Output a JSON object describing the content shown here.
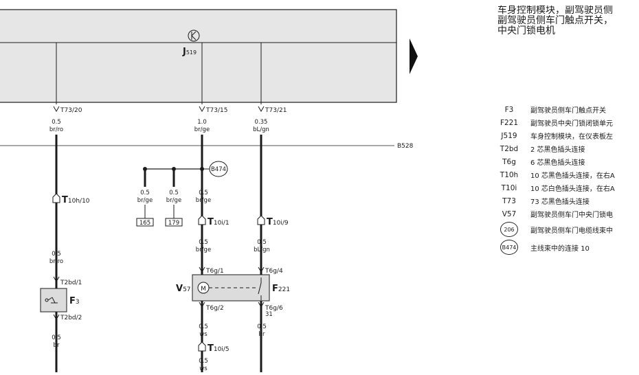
{
  "module": {
    "id": "J",
    "sub": "519"
  },
  "bus_label": "B528",
  "node_label": "B474",
  "pins": [
    {
      "id": "pin-t73-20",
      "label": "T73/20",
      "size": "0.5",
      "color": "br/ro"
    },
    {
      "id": "pin-t73-15",
      "label": "T73/15",
      "size": "1.0",
      "color": "br/ge"
    },
    {
      "id": "pin-t73-21",
      "label": "T73/21",
      "size": "0.35",
      "color": "bL/gn"
    }
  ],
  "branches": [
    {
      "size": "0.5",
      "color": "br/ge",
      "ref": "165"
    },
    {
      "size": "0.5",
      "color": "br/ge",
      "ref": "179"
    },
    {
      "size": "0.5",
      "color": "br/ge"
    }
  ],
  "connectors": {
    "t10h_10": {
      "main": "T",
      "sub": "10h/10"
    },
    "t10i_1": {
      "main": "T",
      "sub": "10i/1"
    },
    "t10i_9": {
      "main": "T",
      "sub": "10i/9"
    },
    "t10i_5": {
      "main": "T",
      "sub": "10i/5"
    }
  },
  "wires": {
    "left_mid": {
      "size": "0.5",
      "color": "br/ro"
    },
    "center_mid": {
      "size": "0.5",
      "color": "br/ge"
    },
    "right_mid": {
      "size": "0.5",
      "color": "bL/gn"
    },
    "left_bottom": {
      "size": "0.5",
      "color": "br"
    },
    "center_bottom": {
      "size": "0.5",
      "color": "ws"
    },
    "right_bottom": {
      "size": "0.5",
      "color": "br"
    },
    "center_last": {
      "size": "0.5",
      "color": "ws"
    }
  },
  "switch_f3": {
    "main": "F",
    "sub": "3",
    "pin_top": "T2bd/1",
    "pin_bottom": "T2bd/2"
  },
  "motor_v57": {
    "main": "V",
    "sub": "57",
    "symbol": "M",
    "pin_top_left": "T6g/1",
    "pin_bottom_left": "T6g/2",
    "pin_top_right": "T6g/4",
    "pin_bottom_right": "T6g/6",
    "ground": "31"
  },
  "switch_f221": {
    "main": "F",
    "sub": "221"
  },
  "title_lines": [
    "车身控制模块，副驾驶员侧",
    "副驾驶员侧车门触点开关，",
    "中央门锁电机"
  ],
  "legend": [
    {
      "code": "F3",
      "desc": "副驾驶员侧车门触点开关"
    },
    {
      "code": "F221",
      "desc": "副驾驶员中央门锁闭锁单元"
    },
    {
      "code": "J519",
      "desc": "车身控制模块，在仪表板左"
    },
    {
      "code": "T2bd",
      "desc": "2 芯黑色插头连接"
    },
    {
      "code": "T6g",
      "desc": "6 芯黑色插头连接"
    },
    {
      "code": "T10h",
      "desc": "10 芯黑色插头连接，在右A"
    },
    {
      "code": "T10i",
      "desc": "10 芯白色插头连接，在右A"
    },
    {
      "code": "T73",
      "desc": "73 芯黑色插头连接"
    },
    {
      "code": "V57",
      "desc": "副驾驶员侧车门中央门锁电"
    },
    {
      "code": "206",
      "desc": "副驾驶员侧车门电缆线束中",
      "circled": true
    },
    {
      "code": "B474",
      "desc": "主线束中的连接 10",
      "circled": true
    }
  ],
  "colors": {
    "module_fill": "#e6e6e6",
    "line": "#1a1a1a",
    "component_fill": "#dcdcdc"
  }
}
